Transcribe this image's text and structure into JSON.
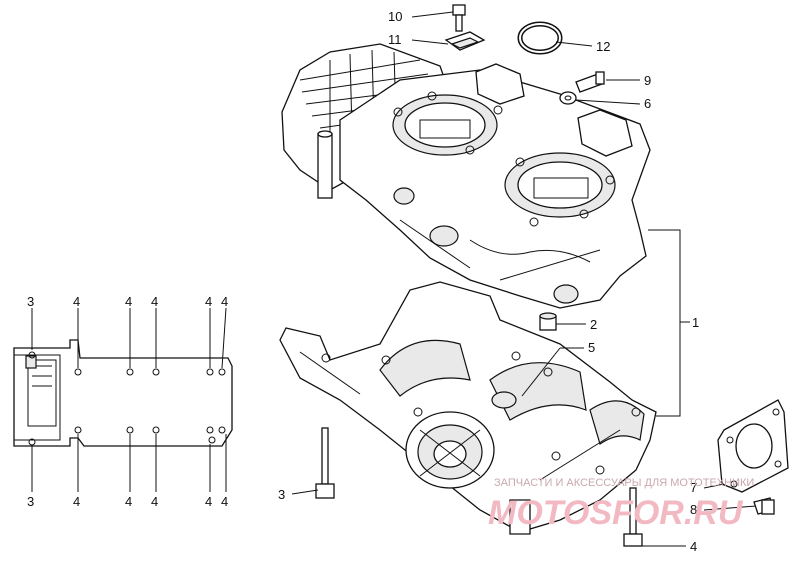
{
  "diagram": {
    "callouts": [
      {
        "id": "c1",
        "label": "1"
      },
      {
        "id": "c2",
        "label": "2"
      },
      {
        "id": "c3",
        "label": "3"
      },
      {
        "id": "c4",
        "label": "4"
      },
      {
        "id": "c5",
        "label": "5"
      },
      {
        "id": "c6",
        "label": "6"
      },
      {
        "id": "c7",
        "label": "7"
      },
      {
        "id": "c8",
        "label": "8"
      },
      {
        "id": "c9",
        "label": "9"
      },
      {
        "id": "c10",
        "label": "10"
      },
      {
        "id": "c11",
        "label": "11"
      },
      {
        "id": "c12",
        "label": "12"
      }
    ],
    "bolt_pattern_labels": {
      "top": [
        "3",
        "4",
        "4",
        "4",
        "4",
        "4"
      ],
      "bottom": [
        "3",
        "4",
        "4",
        "4",
        "4",
        "4"
      ]
    }
  },
  "watermark": {
    "caption": "ЗАПЧАСТИ И АКСЕССУАРЫ ДЛЯ МОТОТЕХНИКИ",
    "brand": "MOTOSFOR.RU"
  }
}
